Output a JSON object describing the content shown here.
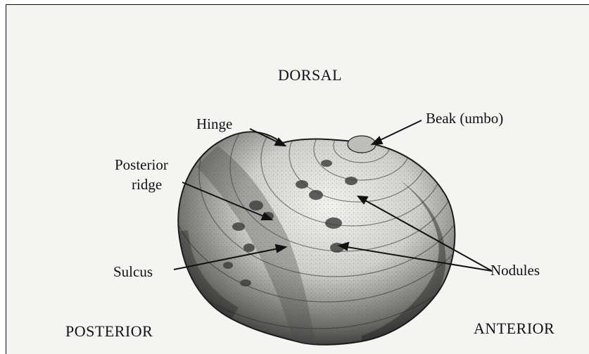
{
  "labels": {
    "dorsal": "DORSAL",
    "hinge": "Hinge",
    "beak": "Beak (umbo)",
    "posterior_ridge_line1": "Posterior",
    "posterior_ridge_line2": "ridge",
    "sulcus": "Sulcus",
    "nodules": "Nodules",
    "posterior": "POSTERIOR",
    "anterior": "ANTERIOR"
  },
  "colors": {
    "ink": "#111111",
    "paper": "#f4f4f2",
    "shell_light": "#e6e6e3",
    "shell_dark": "#3a3a3a"
  },
  "icons": {
    "shell": "mussel-shell-illustration",
    "arrow": "pointer-arrow"
  }
}
